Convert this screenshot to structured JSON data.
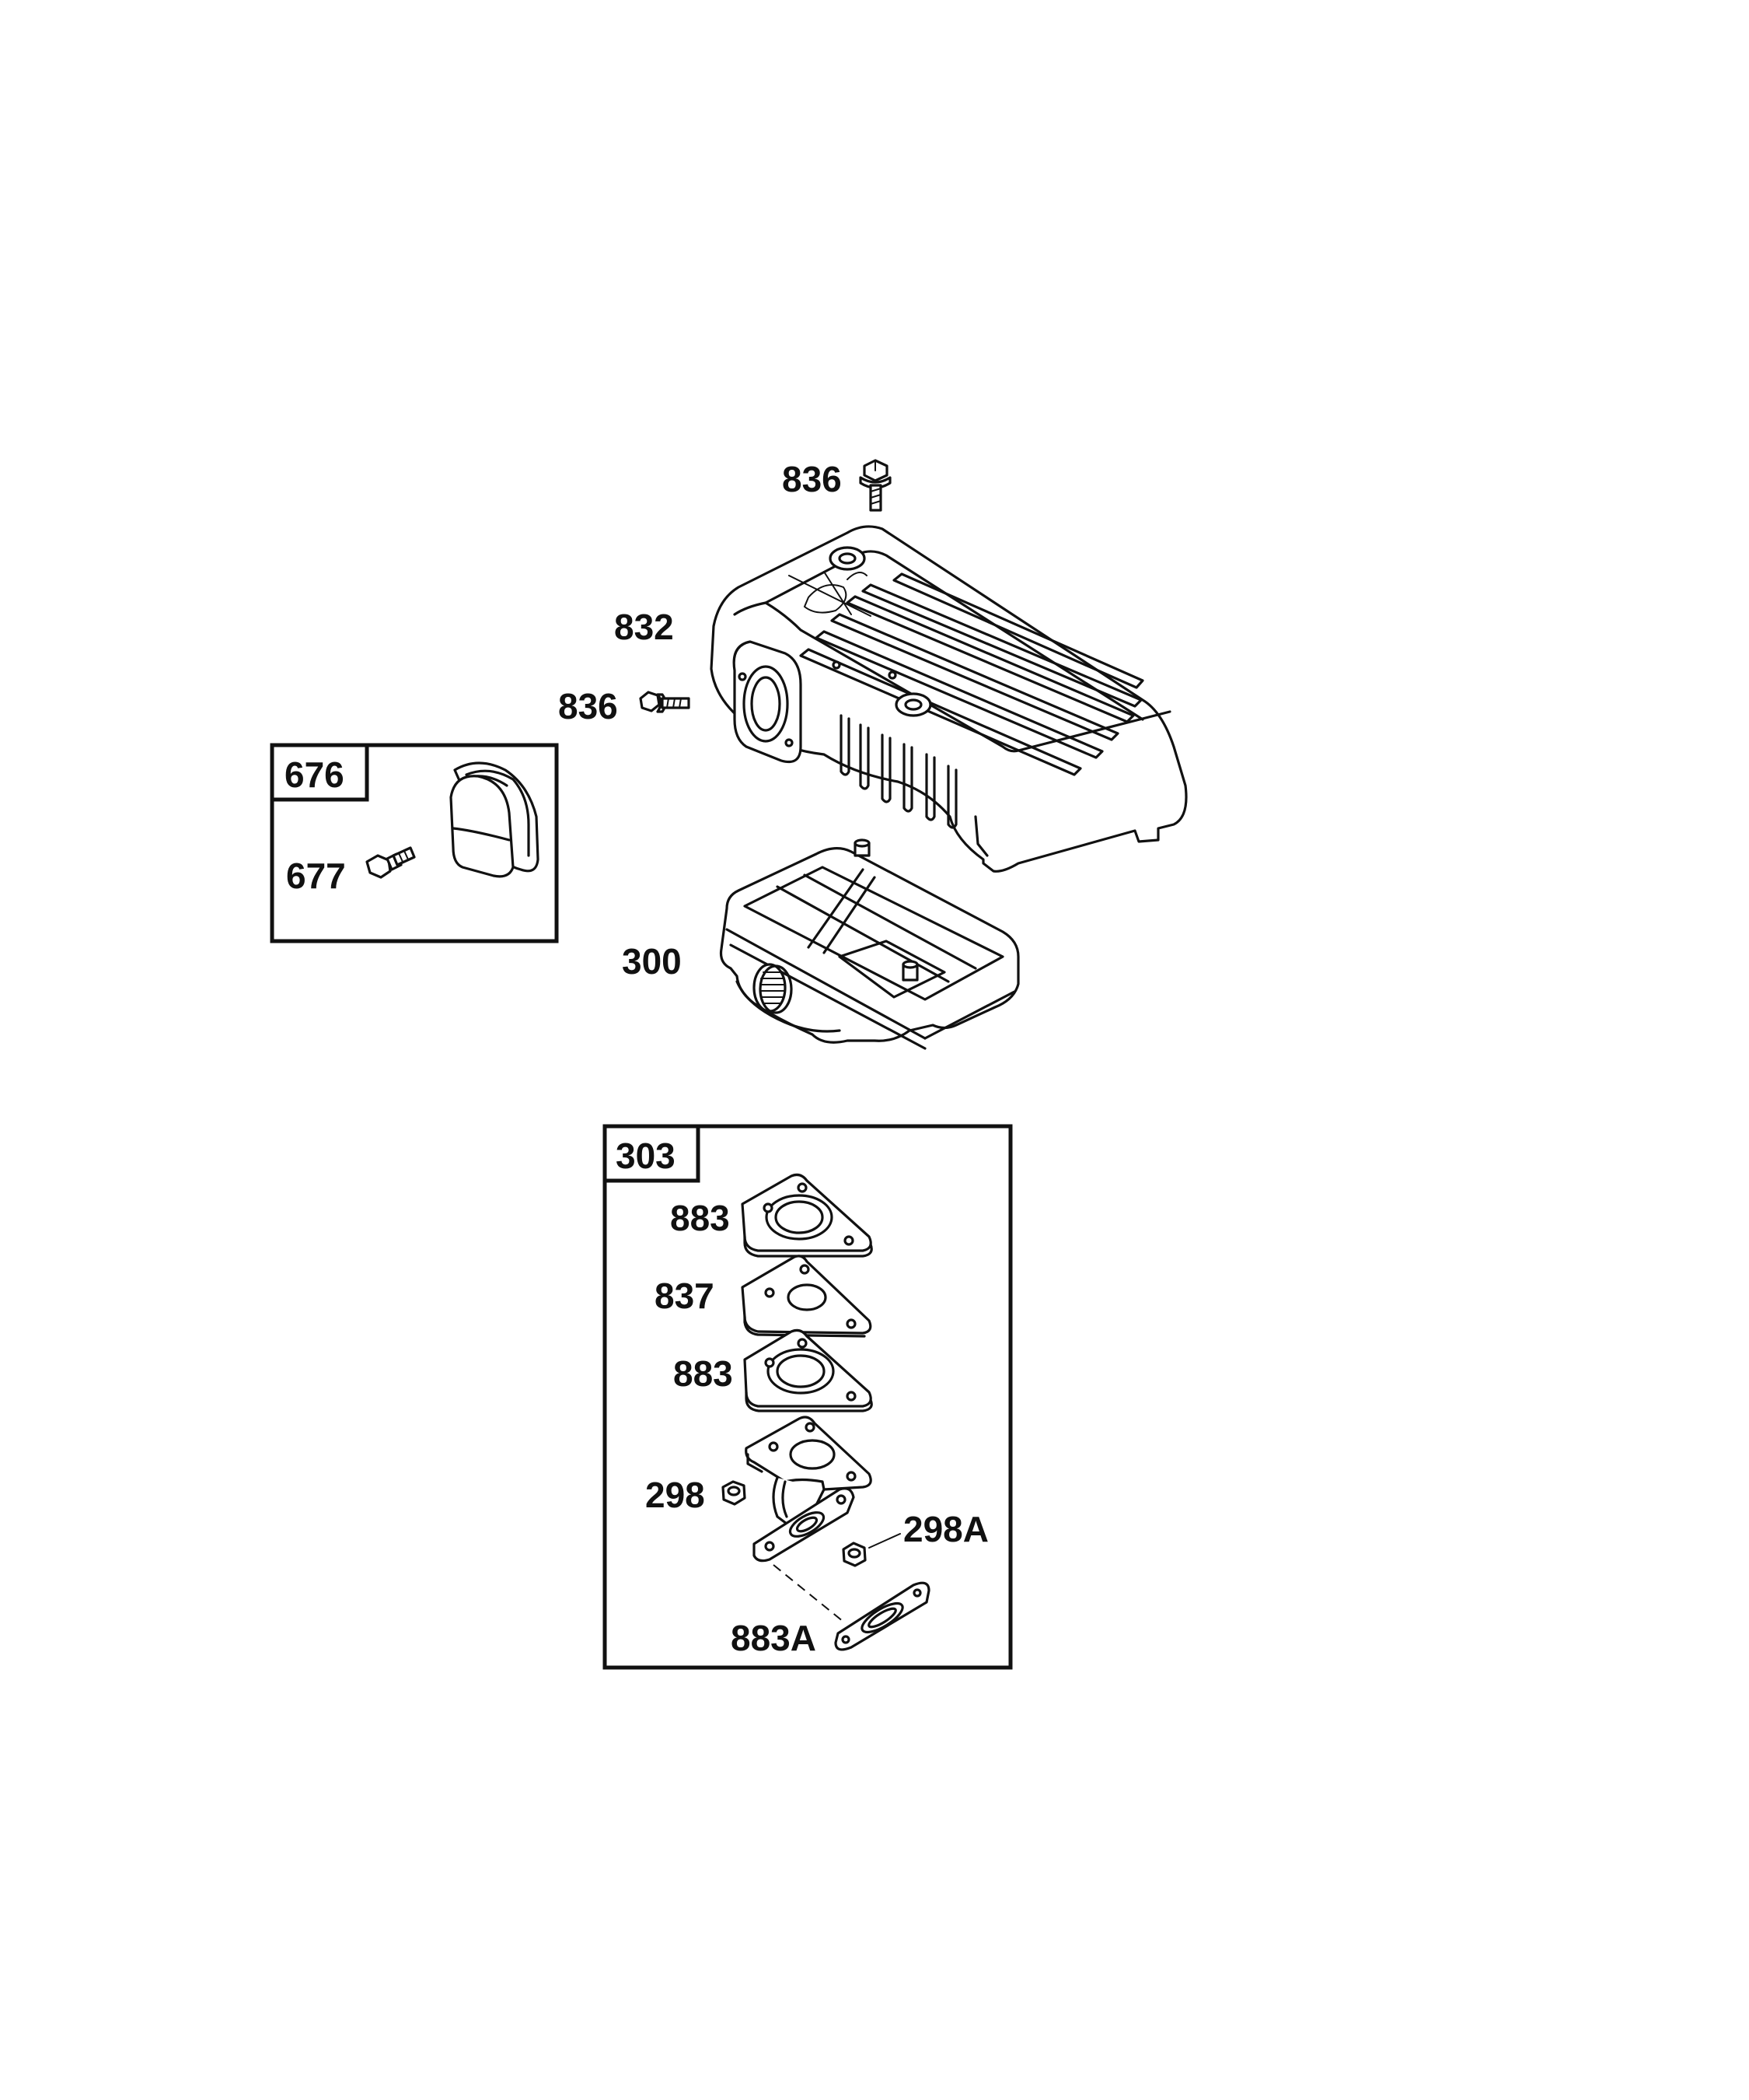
{
  "labels": {
    "bolt_top": "836",
    "heat_shield": "832",
    "bolt_side": "836",
    "deflector_kit": "676",
    "deflector_screw": "677",
    "muffler": "300",
    "gasket_kit": "303",
    "gasket_1": "883",
    "spacer": "837",
    "gasket_2": "883",
    "nut_left": "298",
    "nut_right": "298A",
    "gasket_outlet": "883A"
  }
}
